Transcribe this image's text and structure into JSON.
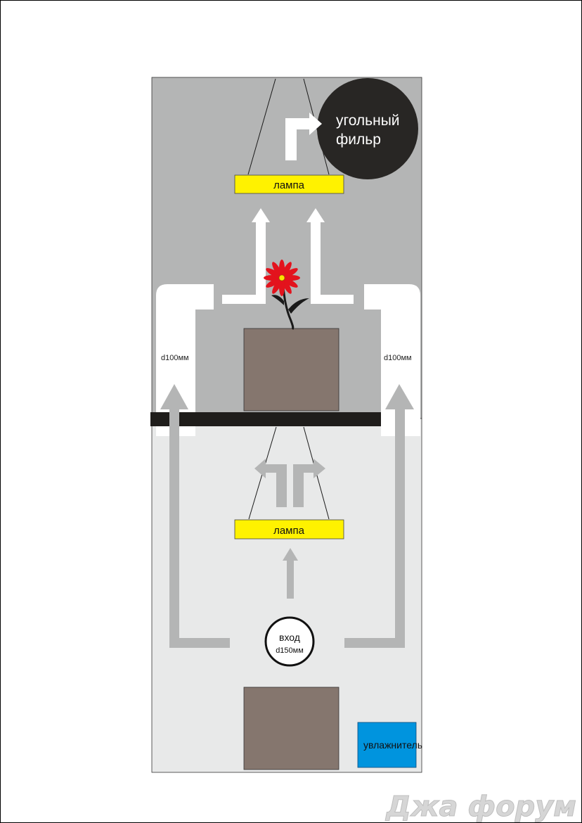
{
  "labels": {
    "filter_line1": "угольный",
    "filter_line2": "фильр",
    "lamp_top": "лампа",
    "lamp_bottom": "лампа",
    "duct_left": "d100мм",
    "duct_right": "d100мм",
    "inlet_line1": "вход",
    "inlet_line2": "d150мм",
    "humidifier": "увлажнитель",
    "watermark": "Джа форум"
  },
  "colors": {
    "upper_chamber": "#b4b5b5",
    "lower_chamber": "#e8e9e9",
    "lamp": "#fff200",
    "filter": "#282624",
    "pot": "#85766e",
    "humidifier": "#0094de",
    "divider": "#1f1d1b",
    "arrow_upper": "#ffffff",
    "arrow_lower": "#b4b5b5",
    "flower_petals": "#e3131d",
    "flower_center": "#ffe000"
  }
}
